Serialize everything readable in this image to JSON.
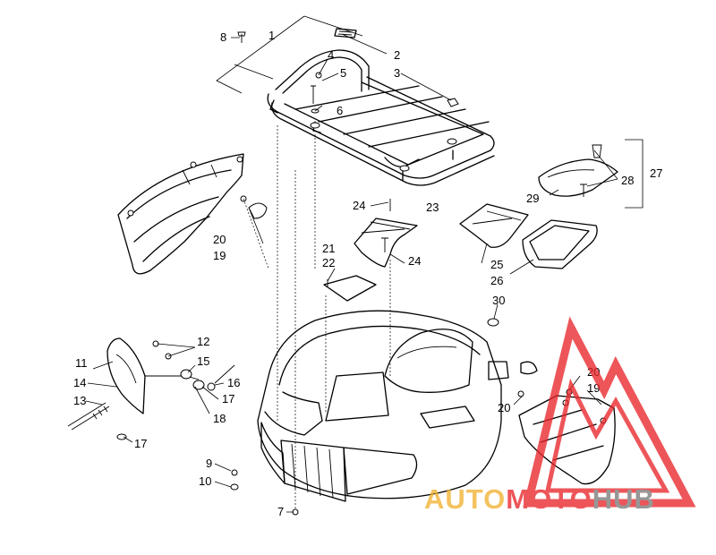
{
  "labels": [
    {
      "id": "1",
      "text": "1"
    },
    {
      "id": "2",
      "text": "2"
    },
    {
      "id": "3",
      "text": "3"
    },
    {
      "id": "4",
      "text": "4"
    },
    {
      "id": "5",
      "text": "5"
    },
    {
      "id": "6",
      "text": "6"
    },
    {
      "id": "7",
      "text": "7"
    },
    {
      "id": "8",
      "text": "8"
    },
    {
      "id": "9",
      "text": "9"
    },
    {
      "id": "10",
      "text": "10"
    },
    {
      "id": "11",
      "text": "11"
    },
    {
      "id": "12",
      "text": "12"
    },
    {
      "id": "13",
      "text": "13"
    },
    {
      "id": "14",
      "text": "14"
    },
    {
      "id": "15",
      "text": "15"
    },
    {
      "id": "16",
      "text": "16"
    },
    {
      "id": "17a",
      "text": "17"
    },
    {
      "id": "17b",
      "text": "17"
    },
    {
      "id": "18",
      "text": "18"
    },
    {
      "id": "19a",
      "text": "19"
    },
    {
      "id": "19b",
      "text": "19"
    },
    {
      "id": "20a",
      "text": "20"
    },
    {
      "id": "20b",
      "text": "20"
    },
    {
      "id": "20c",
      "text": "20"
    },
    {
      "id": "21",
      "text": "21"
    },
    {
      "id": "22",
      "text": "22"
    },
    {
      "id": "23",
      "text": "23"
    },
    {
      "id": "24a",
      "text": "24"
    },
    {
      "id": "24b",
      "text": "24"
    },
    {
      "id": "25",
      "text": "25"
    },
    {
      "id": "26",
      "text": "26"
    },
    {
      "id": "27",
      "text": "27"
    },
    {
      "id": "28",
      "text": "28"
    },
    {
      "id": "29",
      "text": "29"
    },
    {
      "id": "30",
      "text": "30"
    }
  ],
  "watermark": {
    "logo_text": "AUTOMOTOHUB",
    "part_auto": "AUTO",
    "part_moto": "MOTO",
    "part_hub": "HUB",
    "colors": {
      "triangle": "#e8262b",
      "auto": "#f2b233",
      "moto": "#e8262b",
      "hub": "#7a7a7a"
    }
  }
}
